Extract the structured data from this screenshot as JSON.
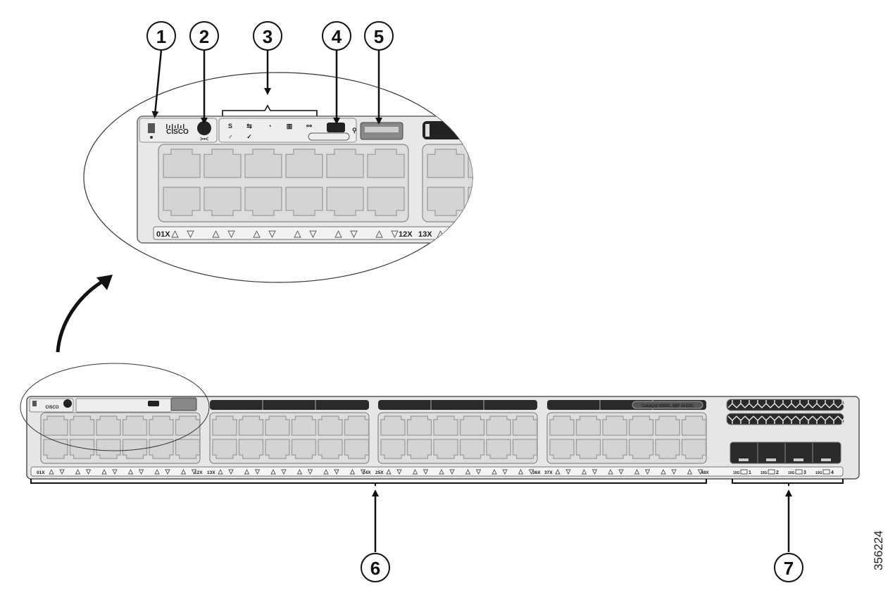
{
  "callouts": [
    "1",
    "2",
    "3",
    "4",
    "5",
    "6",
    "7"
  ],
  "logo_text": "cisco",
  "zoom_labels": {
    "left": "01X",
    "right_a": "12X",
    "right_b": "13X"
  },
  "port_labels": [
    "01X",
    "12X",
    "13X",
    "24X",
    "25X",
    "36X",
    "37X",
    "48X"
  ],
  "model_label": "Catalyst 9300L 48P 4x10G",
  "uplink_labels": [
    {
      "speed": "10G",
      "num": "1"
    },
    {
      "speed": "10G",
      "num": "2"
    },
    {
      "speed": "10G",
      "num": "3"
    },
    {
      "speed": "10G",
      "num": "4"
    }
  ],
  "figure_number": "356224"
}
